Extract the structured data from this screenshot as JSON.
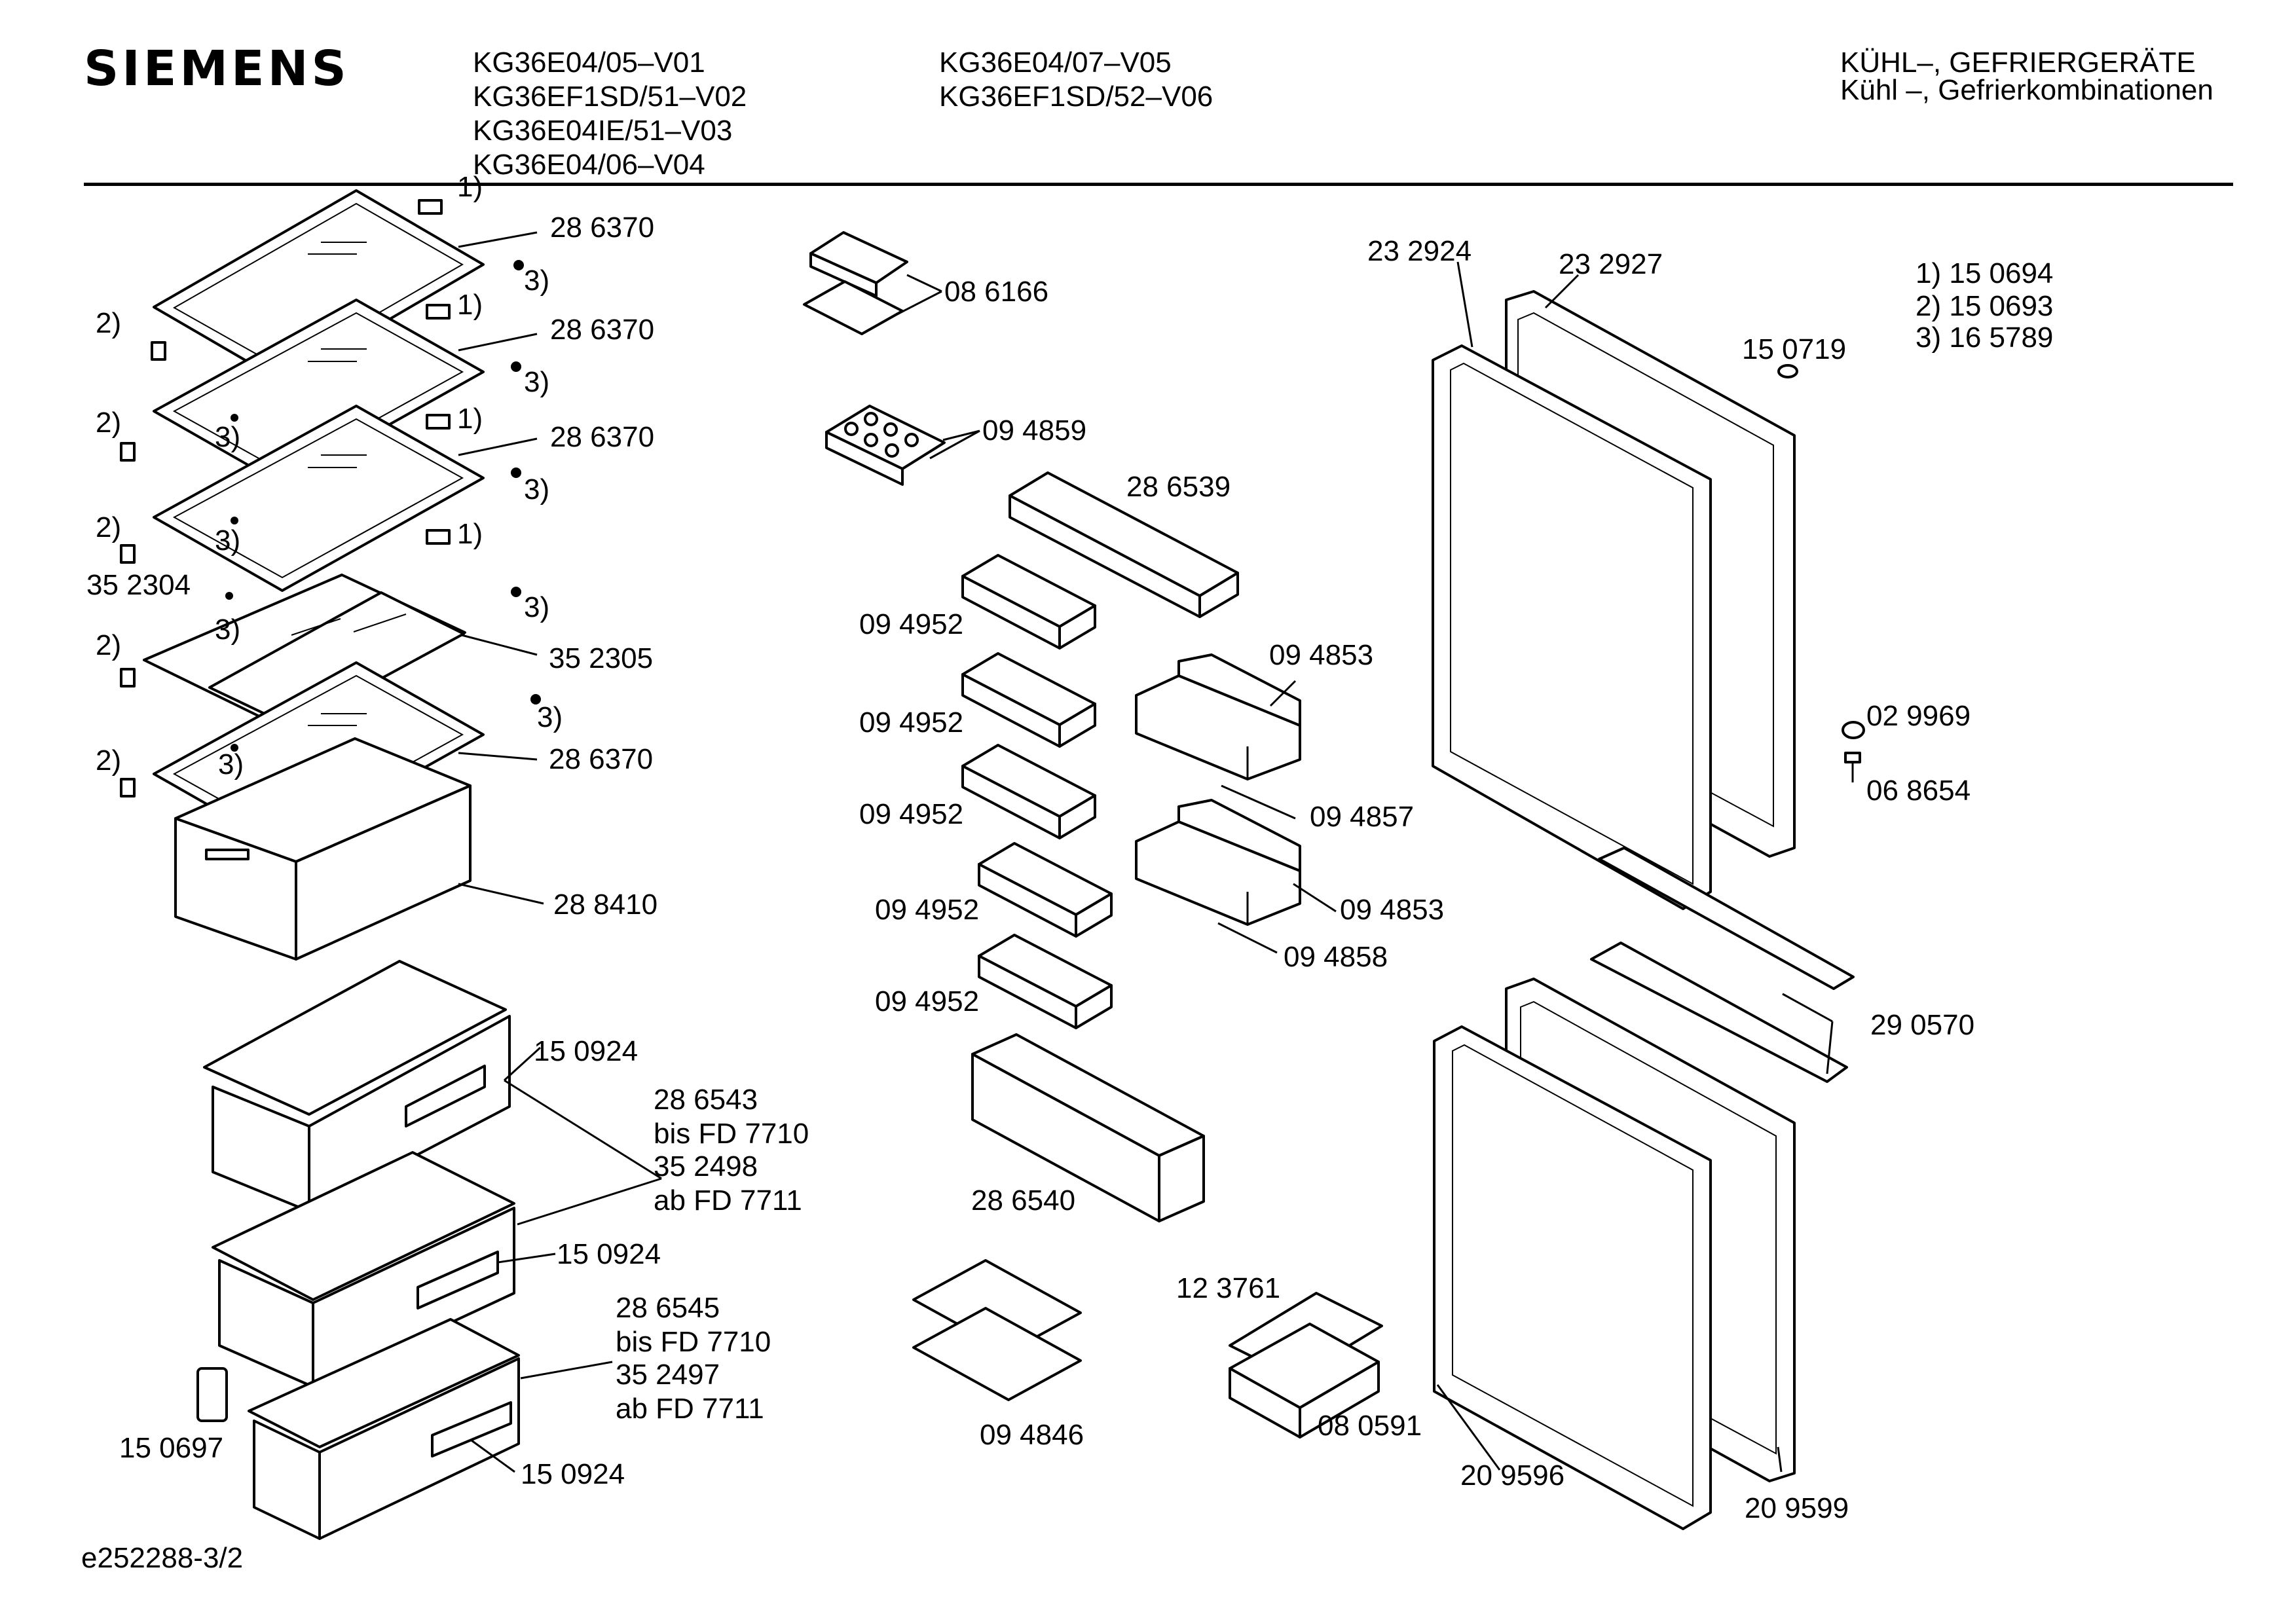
{
  "header": {
    "brand": "SIEMENS",
    "models_col1": [
      "KG36E04/05–V01",
      "KG36EF1SD/51–V02",
      "KG36E04IE/51–V03",
      "KG36E04/06–V04"
    ],
    "models_col2": [
      "KG36E04/07–V05",
      "KG36EF1SD/52–V06"
    ],
    "category": "KÜHL–, GEFRIERGERÄTE",
    "subcategory": "Kühl –, Gefrierkombinationen"
  },
  "legend": [
    "1) 15 0694",
    "2) 15 0693",
    "3) 16 5789"
  ],
  "footer": {
    "drawing_id": "e252288-3/2"
  },
  "part_labels": [
    "1)",
    "28 6370",
    "3)",
    "2)",
    "1)",
    "28 6370",
    "3)",
    "2)",
    "3)",
    "1)",
    "28 6370",
    "3)",
    "2)",
    "3)",
    "1)",
    "35 2304",
    "3)",
    "3)",
    "2)",
    "35 2305",
    "3)",
    "2)",
    "3)",
    "28 6370",
    "28 8410",
    "08 6166",
    "09 4859",
    "28 6539",
    "09 4952",
    "09 4853",
    "09 4952",
    "09 4857",
    "09 4952",
    "09 4952",
    "09 4853",
    "09 4858",
    "09 4952",
    "28 6540",
    "15 0924",
    "28 6543",
    "bis FD 7710",
    "35 2498",
    "ab FD 7711",
    "15 0924",
    "28 6545",
    "bis FD 7710",
    "35 2497",
    "ab FD 7711",
    "15 0697",
    "15 0924",
    "12 3761",
    "09 4846",
    "08 0591",
    "23 2924",
    "23 2927",
    "15 0719",
    "02 9969",
    "06 8654",
    "29 0570",
    "20 9596",
    "20 9599"
  ]
}
